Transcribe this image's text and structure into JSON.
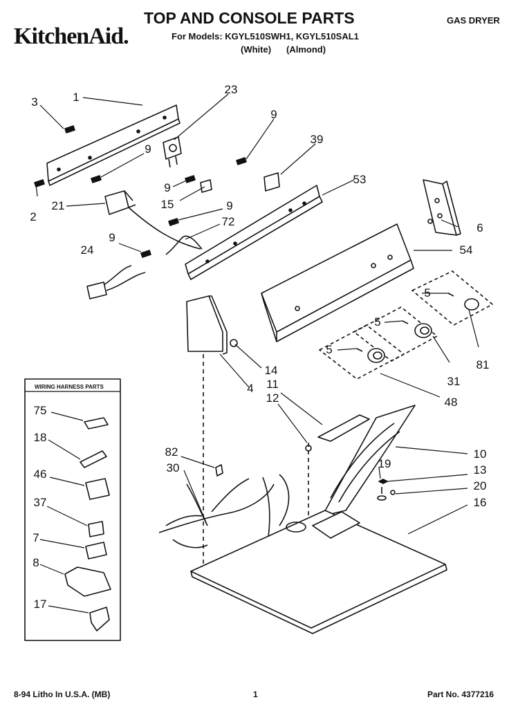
{
  "header": {
    "brand": "KitchenAid.",
    "title": "TOP AND CONSOLE PARTS",
    "appliance": "GAS DRYER",
    "models": "For Models: KGYL510SWH1, KGYL510SAL1",
    "color_white": "(White)",
    "color_almond": "(Almond)"
  },
  "inset": {
    "title": "WIRING HARNESS PARTS",
    "callouts": [
      "75",
      "18",
      "46",
      "37",
      "7",
      "8",
      "17"
    ]
  },
  "callouts": [
    "1",
    "3",
    "23",
    "9",
    "9",
    "39",
    "53",
    "2",
    "21",
    "9",
    "15",
    "9",
    "72",
    "6",
    "24",
    "9",
    "54",
    "5",
    "5",
    "5",
    "81",
    "31",
    "48",
    "14",
    "4",
    "11",
    "12",
    "10",
    "82",
    "30",
    "19",
    "13",
    "20",
    "16"
  ],
  "footer": {
    "print_info": "8-94 Litho In U.S.A. (MB)",
    "page": "1",
    "part_number": "Part No. 4377216"
  }
}
